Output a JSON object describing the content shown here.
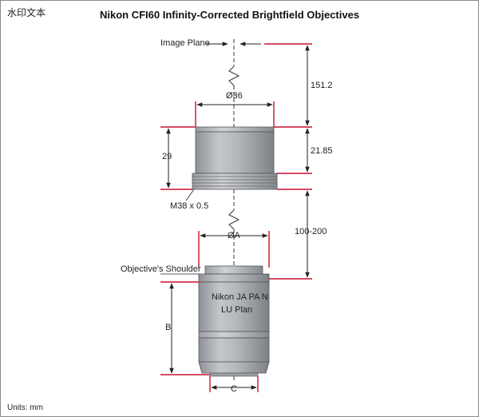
{
  "watermark": "水印文本",
  "title": "Nikon CFI60 Infinity-Corrected Brightfield Objectives",
  "labels": {
    "image_plane": "Image Plane",
    "thread": "M38 x 0.5",
    "shoulder": "Objective's Shoulder"
  },
  "dimensions": {
    "image_distance": "151.2",
    "tube_diameter": "Ø36",
    "tube_height": "29",
    "thread_offset": "21.85",
    "objective_spacing": "100-200",
    "objective_diameter": "ØA",
    "objective_length": "B",
    "front_diameter": "C"
  },
  "objective_engraving": {
    "line1": "Nikon  JA PA N",
    "line2": "LU  Plan"
  },
  "units": "Units: mm",
  "colors": {
    "reference_line": "#c8102e",
    "metal_light": "#b9bcc0",
    "metal_dark": "#7d8186"
  }
}
